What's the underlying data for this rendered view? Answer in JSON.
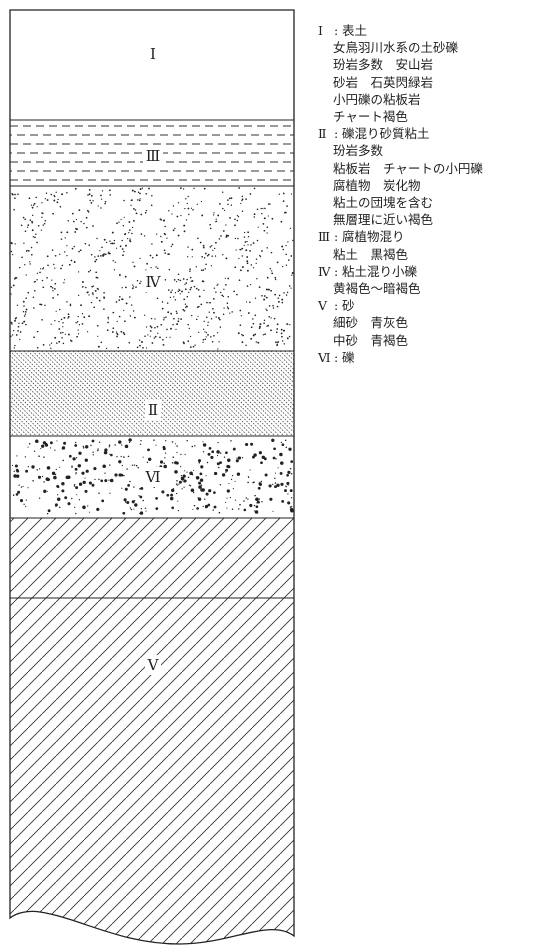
{
  "layers": [
    {
      "id": "I",
      "label": "Ⅰ"
    },
    {
      "id": "III",
      "label": "Ⅲ"
    },
    {
      "id": "IV",
      "label": "Ⅳ"
    },
    {
      "id": "II",
      "label": "Ⅱ"
    },
    {
      "id": "VI",
      "label": "Ⅵ"
    },
    {
      "id": "V",
      "label": "Ⅴ"
    }
  ],
  "legend": [
    {
      "code": "Ⅰ",
      "sep": ":",
      "name": "表土",
      "lines": [
        "女鳥羽川水系の土砂礫",
        "玢岩多数　安山岩",
        "砂岩　石英閃緑岩",
        "小円礫の粘板岩",
        "チャート褐色"
      ]
    },
    {
      "code": "Ⅱ",
      "sep": ":",
      "name": "礫混り砂質粘土",
      "lines": [
        "玢岩多数",
        "粘板岩　チャートの小円礫",
        "腐植物　炭化物",
        "粘土の団塊を含む",
        "無層理に近い褐色"
      ]
    },
    {
      "code": "Ⅲ",
      "sep": ":",
      "name": "腐植物混り",
      "lines": [
        "粘土　黒褐色"
      ]
    },
    {
      "code": "Ⅳ",
      "sep": ":",
      "name": "粘土混り小礫",
      "lines": [
        "黄褐色～暗褐色"
      ]
    },
    {
      "code": "Ⅴ",
      "sep": ":",
      "name": "砂",
      "lines": [
        "細砂　青灰色",
        "中砂　青褐色"
      ]
    },
    {
      "code": "Ⅵ",
      "sep": ":",
      "name": "礫",
      "lines": []
    }
  ]
}
